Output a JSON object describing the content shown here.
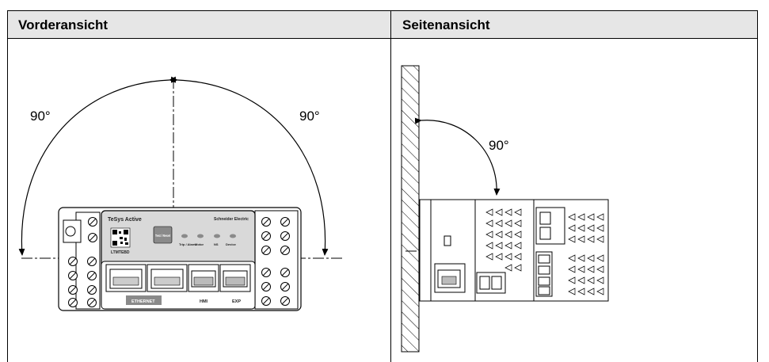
{
  "table": {
    "front_header": "Vorderansicht",
    "side_header": "Seitenansicht"
  },
  "front_view": {
    "angle_left": "90°",
    "angle_right": "90°",
    "device": {
      "brand": "TeSys Active",
      "logo": "Schneider Electric",
      "model": "LTMTEBD",
      "test_reset": "Test / Reset",
      "leds": [
        "Trip / Alarm",
        "Motor",
        "NS",
        "Device"
      ],
      "ports": [
        "ETHERNET",
        "HMI",
        "EXP"
      ]
    }
  },
  "side_view": {
    "angle": "90°"
  }
}
